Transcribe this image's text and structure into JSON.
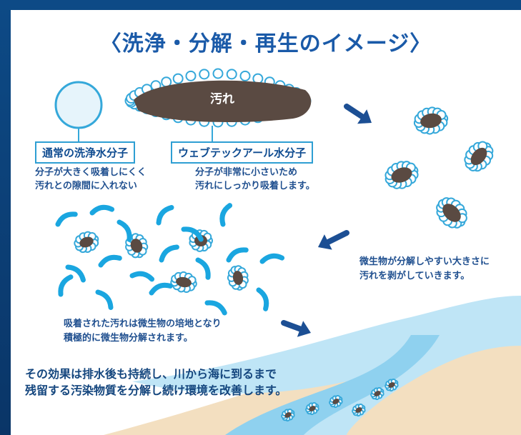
{
  "title": "〈洗浄・分解・再生のイメージ〉",
  "dirt_label": "汚れ",
  "normal_molecule": {
    "label": "通常の洗浄水分子",
    "desc": [
      "分子が大きく吸着しにくく",
      "汚れとの隙間に入れない"
    ]
  },
  "web_molecule": {
    "label": "ウェブテックアール水分子",
    "desc": [
      "分子が非常に小さいため",
      "汚れにしっかり吸着します。"
    ]
  },
  "decompose_desc": [
    "微生物が分解しやすい大きさに",
    "汚れを剥がしていきます。"
  ],
  "microbe_desc": [
    "吸着された汚れは微生物の培地となり",
    "積極的に微生物分解されます。"
  ],
  "effect_desc": [
    "その効果は排水後も持続し、川から海に到るまで",
    "残留する汚染物質を分解し続け環境を改善します。"
  ],
  "colors": {
    "dirt": "#5a4a42",
    "bubble_stroke": "#35a8da",
    "bubble_fill": "#ffffff",
    "arrow": "#1c4f94",
    "microbe": "#1aa6e0",
    "river": "#9fd8f2",
    "sand": "#f3dfc0"
  }
}
